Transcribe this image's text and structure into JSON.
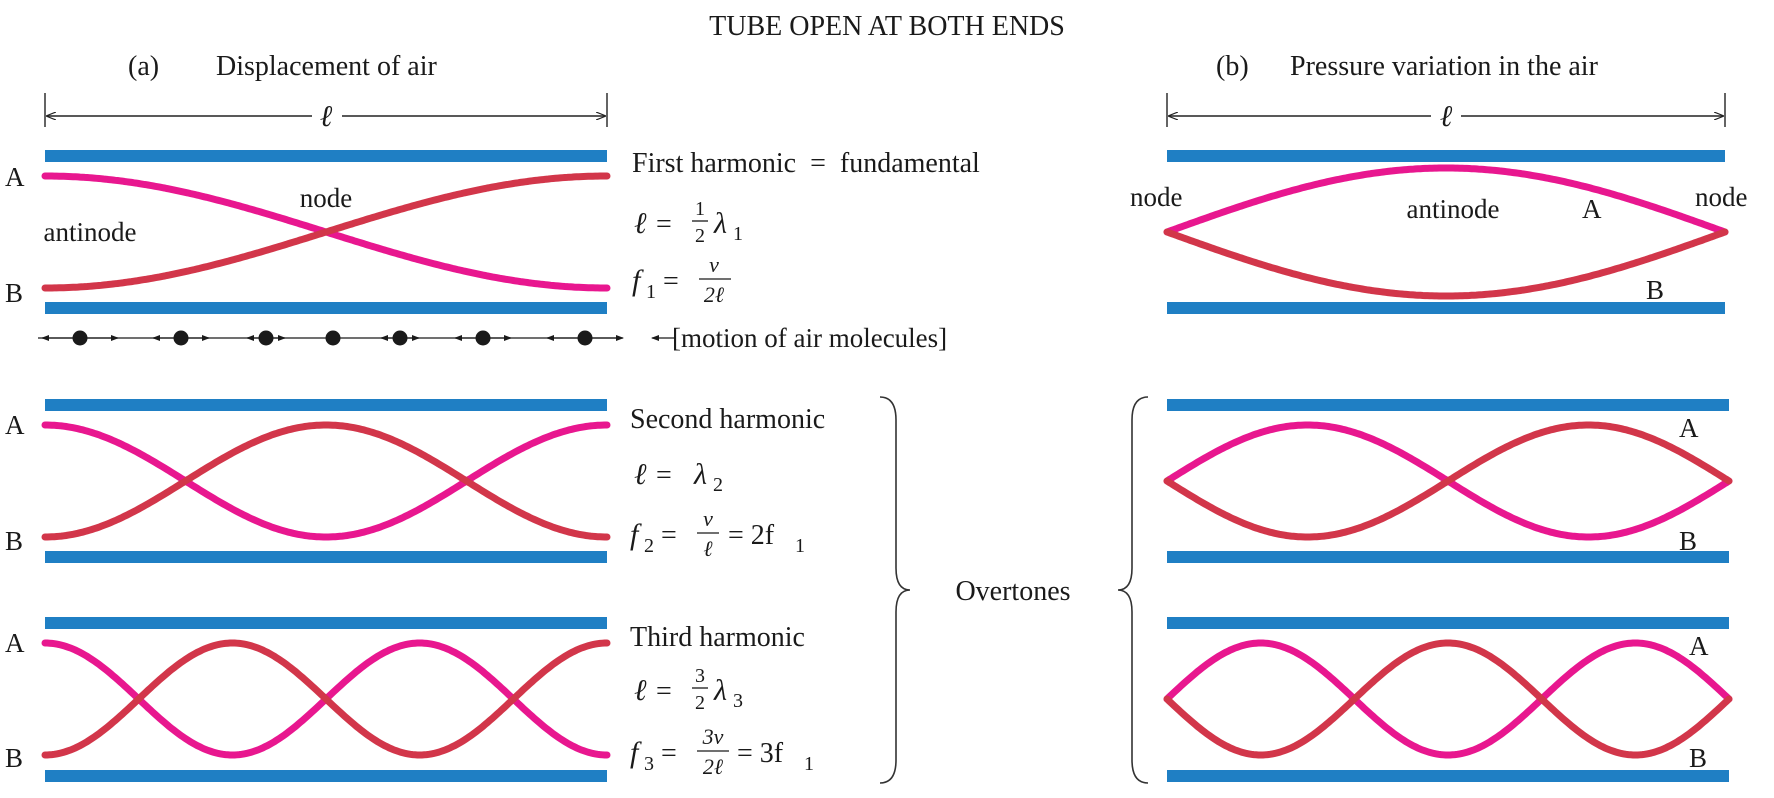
{
  "title": "TUBE OPEN AT BOTH ENDS",
  "panel_a": {
    "label": "(a)",
    "heading": "Displacement of air"
  },
  "panel_b": {
    "label": "(b)",
    "heading": "Pressure variation in the air"
  },
  "length_symbol": "ℓ",
  "labels": {
    "A": "A",
    "B": "B",
    "node": "node",
    "antinode": "antinode",
    "motion": "[motion of air molecules]",
    "overtones": "Overtones"
  },
  "harmonics": [
    {
      "name": "First harmonic  =  fundamental",
      "eq1": {
        "lhs": "ℓ",
        "num": "1",
        "den": "2",
        "rest": "λ",
        "sub": "1"
      },
      "eq2": {
        "f": "f",
        "fsub": "1",
        "num": "v",
        "den": "2ℓ",
        "tail": ""
      }
    },
    {
      "name": "Second harmonic",
      "eq1": {
        "lhs": "ℓ",
        "rest": "λ",
        "sub": "2"
      },
      "eq2": {
        "f": "f",
        "fsub": "2",
        "num": "v",
        "den": "ℓ",
        "tail": "= 2f",
        "tailsub": "1"
      }
    },
    {
      "name": "Third harmonic",
      "eq1": {
        "lhs": "ℓ",
        "num": "3",
        "den": "2",
        "rest": "λ",
        "sub": "3"
      },
      "eq2": {
        "f": "f",
        "fsub": "3",
        "num": "3v",
        "den": "2ℓ",
        "tail": "= 3f",
        "tailsub": "1"
      }
    }
  ],
  "colors": {
    "tube": "#1f7fc4",
    "curve_A": "#e8178f",
    "curve_B": "#d2364a"
  }
}
